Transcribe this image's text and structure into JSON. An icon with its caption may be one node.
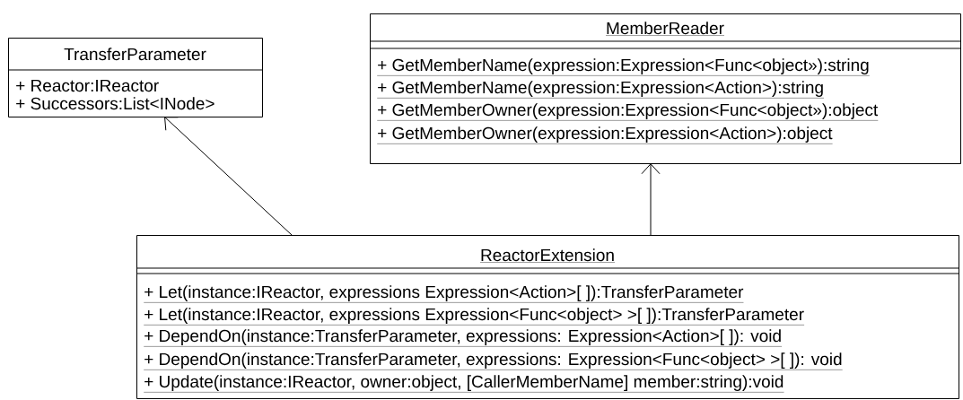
{
  "diagram": {
    "nodes": [
      {
        "text": [
          "TransferParameter",
          "+ Reactor:IReactor",
          "+ Successors:List<INode>"
        ]
      },
      {
        "text": [
          "MemberReader",
          "+ GetMemberName(expression:Expression<Func<object»):string",
          "+ GetMemberName(expression:Expression<Action>):string",
          "+ GetMemberOwner(expression:Expression<Func<object»):object",
          "+ GetMemberOwner(expression:Expression<Action>):object"
        ]
      },
      {
        "text": [
          "ReactorExtension",
          "+ Let(instance:IReactor, expressions Expression<Action>[ ]):TransferParameter",
          "+ Let(instance:IReactor, expressions Expression<Func<object> >[ ]):TransferParameter",
          "+ DependOn(instance:TransferParameter, expressions: Expression<Action>[ ]): void",
          "+ DependOn(instance:TransferParameter, expressions: Expression<Func<object> >[ ]): void",
          "+ Update(instance:IReactor, owner:object, [CallerMemberName] member:string):void"
        ]
      }
    ],
    "edges": [
      {
        "from": 2,
        "to": 0,
        "arrow": "to"
      },
      {
        "from": 2,
        "to": 1,
        "arrow": "to"
      }
    ]
  }
}
